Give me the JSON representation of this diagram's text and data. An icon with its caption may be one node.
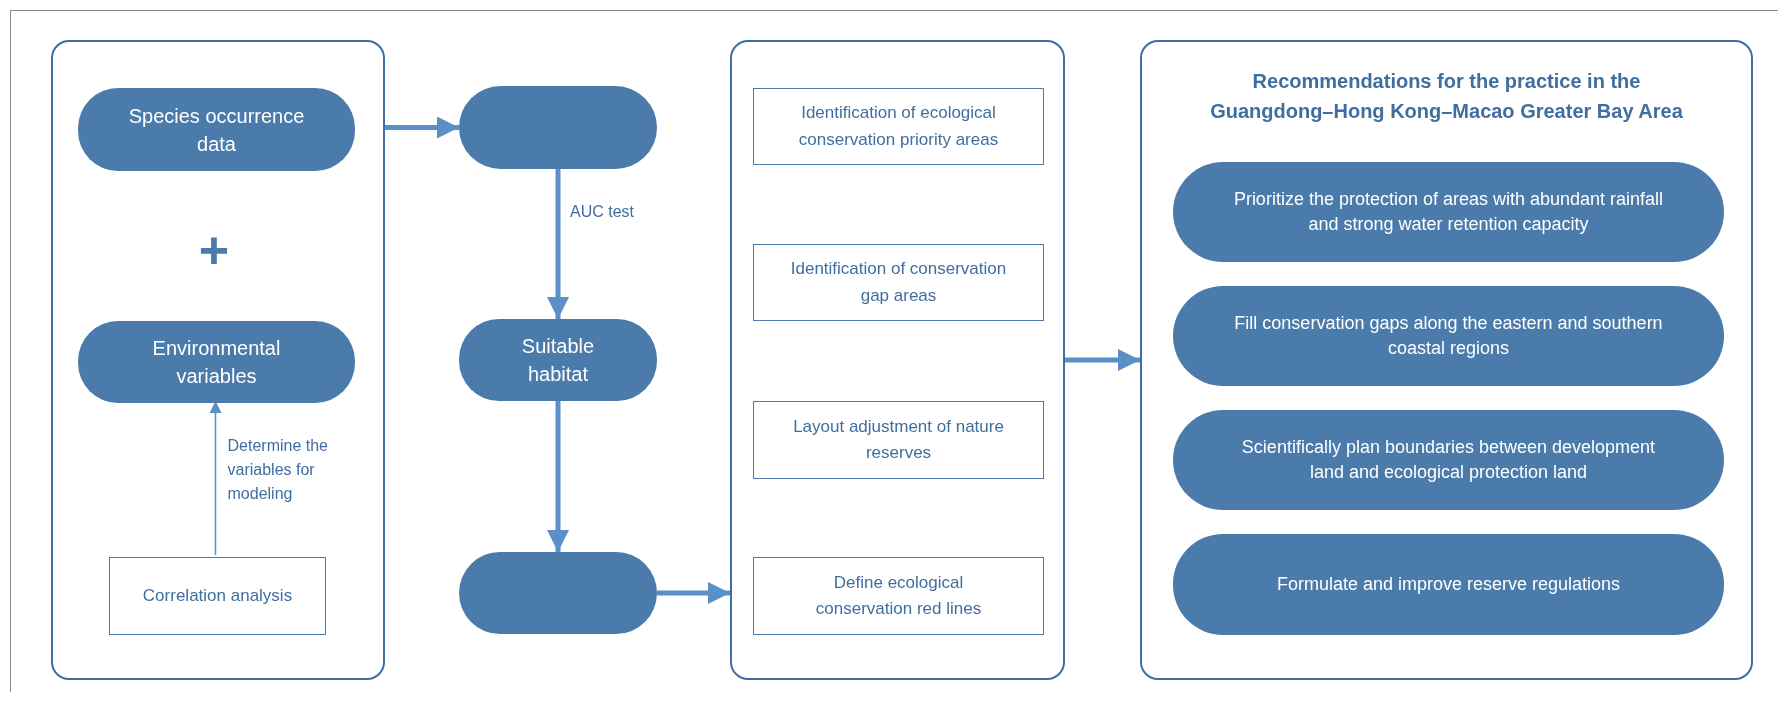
{
  "diagram": {
    "nodes": [
      {
        "text": [],
        "shape": "box"
      },
      {
        "text": [
          "Species occurrence data"
        ],
        "in": 0
      },
      {
        "text": [
          "Environmental variables"
        ],
        "in": 0
      },
      {
        "text": [
          "Correlation analysis"
        ],
        "in": 0
      },
      {
        "text": [],
        "shape": "pill"
      },
      {
        "text": [
          "Suitable habitat"
        ]
      },
      {
        "text": [],
        "shape": "pill"
      },
      {
        "text": [],
        "shape": "box"
      },
      {
        "text": [
          "Identification of ecological conservation priority areas"
        ],
        "in": 7
      },
      {
        "text": [
          "Identification of conservation gap areas"
        ],
        "in": 7
      },
      {
        "text": [
          "Layout adjustment of nature reserves"
        ],
        "in": 7
      },
      {
        "text": [
          "Define ecological conservation red lines"
        ],
        "in": 7
      },
      {
        "text": [
          "Recommendations for the practice in the Guangdong–Hong Kong–Macao Greater Bay Area"
        ]
      },
      {
        "text": [
          "Prioritize the protection of areas with abundant rainfall and strong water retention capacity"
        ],
        "in": 12
      },
      {
        "text": [
          "Fill conservation gaps along the eastern and southern coastal regions"
        ],
        "in": 12
      },
      {
        "text": [
          "Scientifically plan boundaries between development land and ecological protection land"
        ],
        "in": 12
      },
      {
        "text": [
          "Formulate and improve reserve regulations"
        ],
        "in": 12
      }
    ],
    "edges": [
      {
        "from": 0,
        "to": 4,
        "arrow": "to"
      },
      {
        "from": 4,
        "to": 5,
        "arrow": "to",
        "label": "AUC test"
      },
      {
        "from": 5,
        "to": 6,
        "arrow": "to"
      },
      {
        "from": 6,
        "to": 7,
        "arrow": "to"
      },
      {
        "from": 7,
        "to": 12,
        "arrow": "to"
      },
      {
        "from": 3,
        "to": 2,
        "arrow": "to",
        "label": "Determine the variables for modeling"
      }
    ],
    "labels": [
      "+"
    ]
  }
}
